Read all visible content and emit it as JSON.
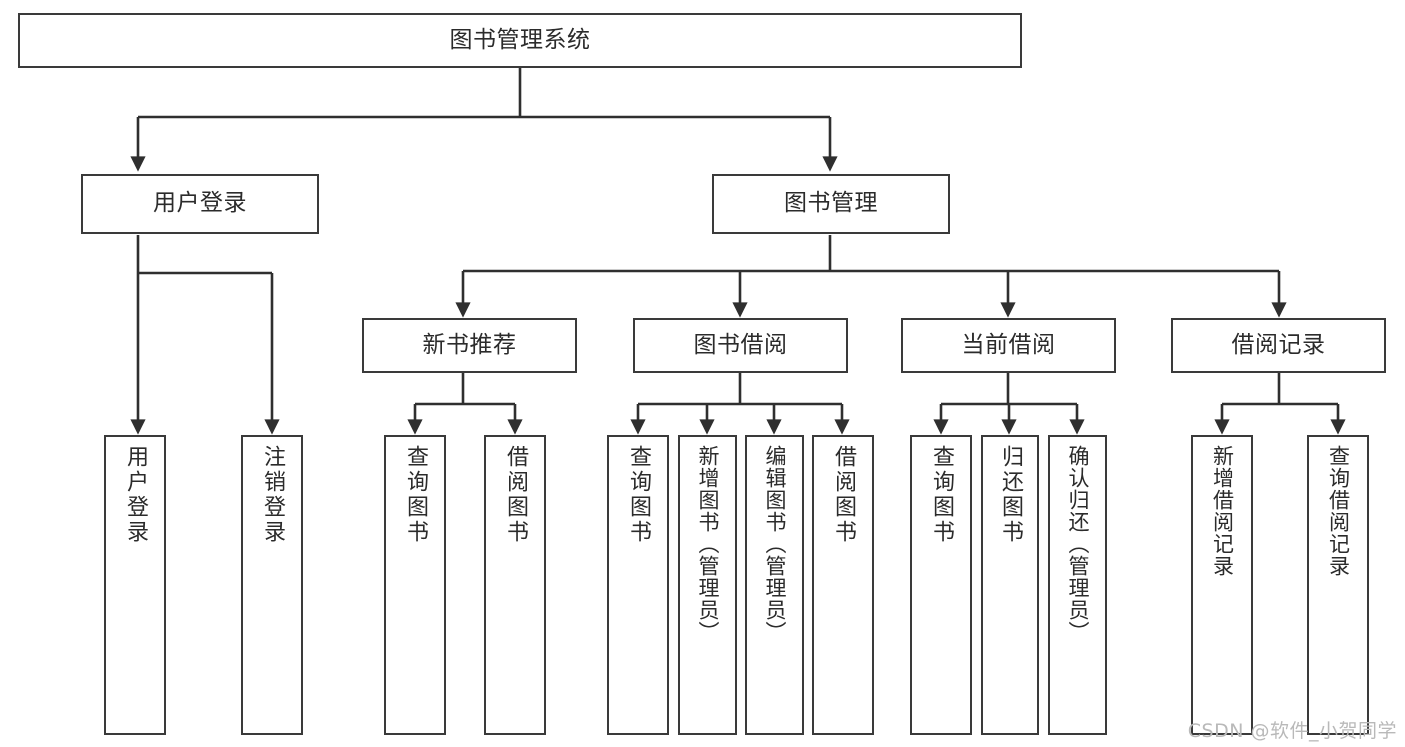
{
  "diagram": {
    "type": "tree-hierarchy",
    "title": "图书管理系统",
    "root": {
      "id": "root",
      "label": "图书管理系统"
    },
    "level2": [
      {
        "id": "user-login",
        "label": "用户登录"
      },
      {
        "id": "book-manage",
        "label": "图书管理"
      }
    ],
    "level3": [
      {
        "id": "new-book-recommend",
        "label": "新书推荐",
        "parent": "book-manage"
      },
      {
        "id": "book-borrow",
        "label": "图书借阅",
        "parent": "book-manage"
      },
      {
        "id": "current-borrow",
        "label": "当前借阅",
        "parent": "book-manage"
      },
      {
        "id": "borrow-record",
        "label": "借阅记录",
        "parent": "book-manage"
      }
    ],
    "leaves": {
      "user-login": [
        {
          "id": "leaf-user-login",
          "label": "用户登录"
        },
        {
          "id": "leaf-logout",
          "label": "注销登录"
        }
      ],
      "new-book-recommend": [
        {
          "id": "leaf-query-book-1",
          "label": "查询图书"
        },
        {
          "id": "leaf-borrow-book-1",
          "label": "借阅图书"
        }
      ],
      "book-borrow": [
        {
          "id": "leaf-query-book-2",
          "label": "查询图书"
        },
        {
          "id": "leaf-add-book",
          "label": "新增图书（管理员）"
        },
        {
          "id": "leaf-edit-book",
          "label": "编辑图书（管理员）"
        },
        {
          "id": "leaf-borrow-book-2",
          "label": "借阅图书"
        }
      ],
      "current-borrow": [
        {
          "id": "leaf-query-book-3",
          "label": "查询图书"
        },
        {
          "id": "leaf-return-book",
          "label": "归还图书"
        },
        {
          "id": "leaf-confirm-return",
          "label": "确认归还（管理员）"
        }
      ],
      "borrow-record": [
        {
          "id": "leaf-add-record",
          "label": "新增借阅记录"
        },
        {
          "id": "leaf-query-record",
          "label": "查询借阅记录"
        }
      ]
    },
    "colors": {
      "box_border": "#3a3a3a",
      "box_fill": "#ffffff",
      "connector": "#2f2f2f",
      "text": "#2b2b2b",
      "watermark": "#b9b9b9",
      "page_background": "#ffffff"
    }
  },
  "watermark": {
    "text": "CSDN @软件_小贺同学"
  }
}
